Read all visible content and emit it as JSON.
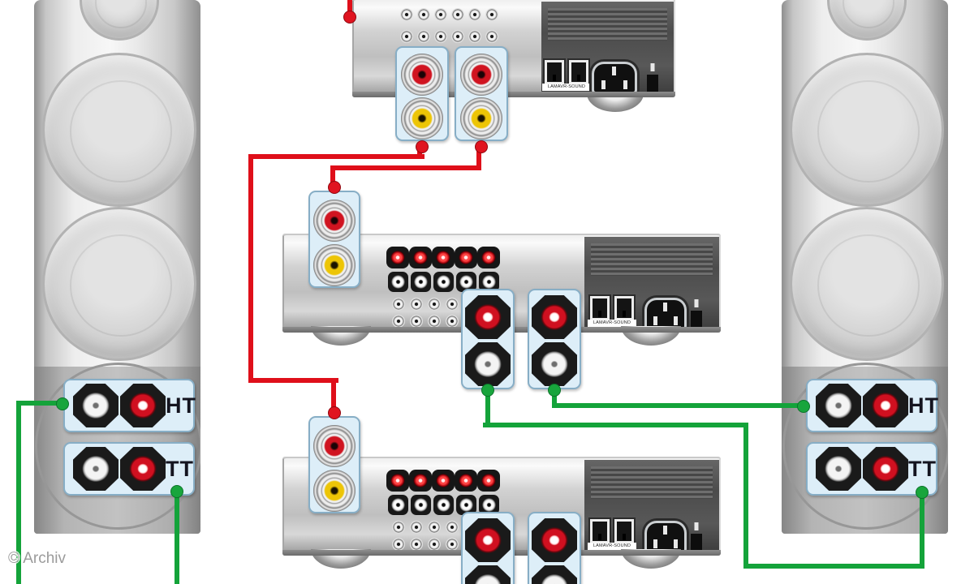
{
  "watermark": "© Archiv",
  "speakers": {
    "left": {
      "ht_label": "HT",
      "tt_label": "TT"
    },
    "right": {
      "ht_label": "HT",
      "tt_label": "TT"
    }
  },
  "amps": {
    "port_label": "LAMAVR-SOUND"
  },
  "colors": {
    "cable_red": "#df0f1a",
    "cable_green": "#14a33a",
    "callout_bg": "#ddeef8"
  }
}
